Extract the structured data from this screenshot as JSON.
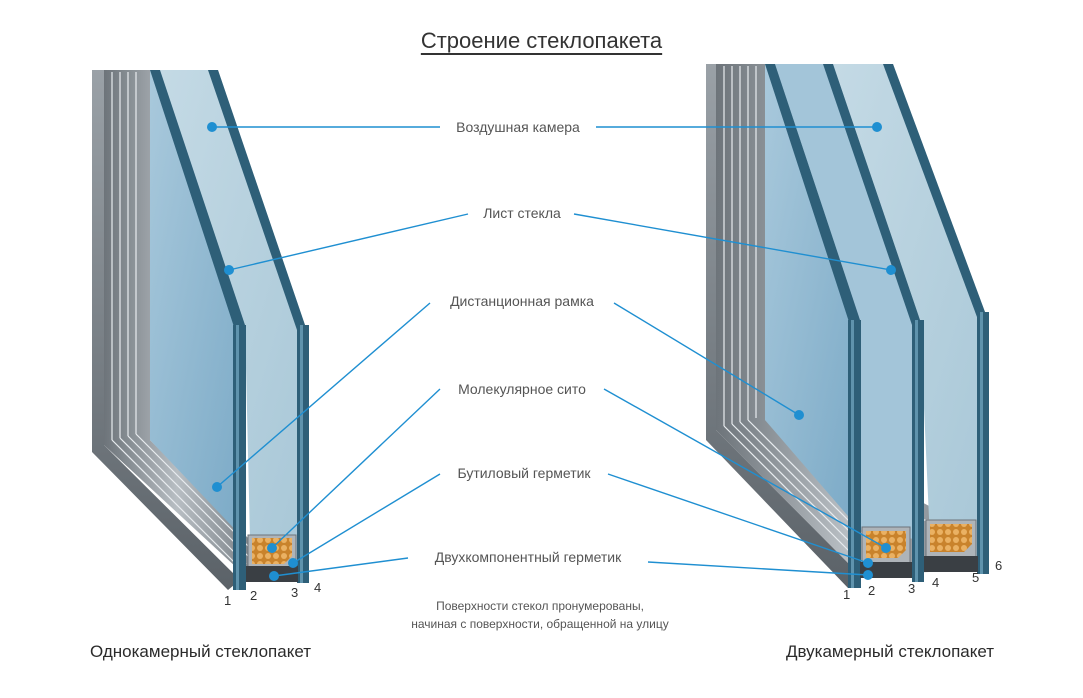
{
  "title": "Строение стеклопакета",
  "labels": {
    "air_chamber": "Воздушная камера",
    "glass_sheet": "Лист стекла",
    "spacer_frame": "Дистанционная рамка",
    "molecular_sieve": "Молекулярное сито",
    "butyl_sealant": "Бутиловый герметик",
    "two_component_sealant": "Двухкомпонентный герметик"
  },
  "note": {
    "line1": "Поверхности стекол пронумерованы,",
    "line2": "начиная с поверхности, обращенной на улицу"
  },
  "captions": {
    "single": "Однокамерный стеклопакет",
    "double": "Двукамерный стеклопакет"
  },
  "surface_numbers": {
    "single": [
      "1",
      "2",
      "3",
      "4"
    ],
    "double": [
      "1",
      "2",
      "3",
      "4",
      "5",
      "6"
    ]
  },
  "colors": {
    "frame": "#8a9096",
    "frame_dark": "#5e656b",
    "glass_light": "#b9d2df",
    "glass_mid": "#9fc3d8",
    "glass_edge": "#2e5f78",
    "leader": "#1f8fd1",
    "sieve": "#d9953a",
    "sealant": "#3a3f44"
  }
}
